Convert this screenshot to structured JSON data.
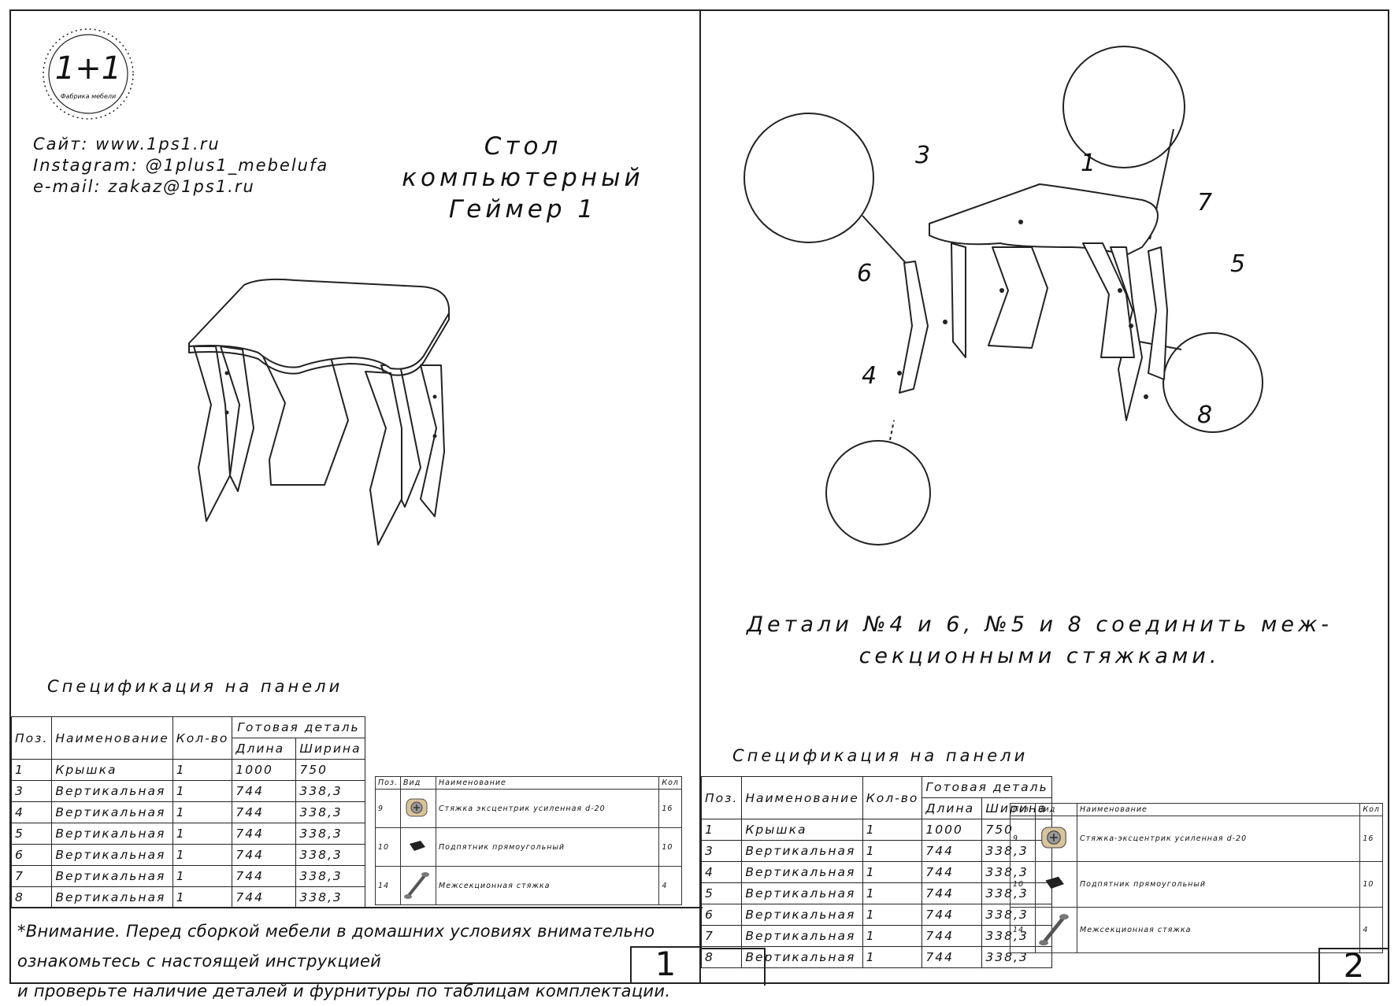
{
  "sheet1": {
    "logo": {
      "text": "1+1",
      "ring_text": "Фабрика мебели"
    },
    "contacts": {
      "site": "Сайт: www.1ps1.ru",
      "instagram": "Instagram: @1plus1_mebelufa",
      "email": "e-mail: zakaz@1ps1.ru"
    },
    "title": {
      "line1": "Стол компьютерный",
      "line2": "Геймер 1"
    },
    "spec_title": "Спецификация на панели",
    "spec_headers": {
      "pos": "Поз.",
      "name": "Наименование",
      "qty": "Кол-во",
      "finished": "Готовая деталь",
      "length": "Длина",
      "width": "Ширина"
    },
    "spec_rows": [
      {
        "pos": "1",
        "name": "Крышка",
        "qty": "1",
        "length": "1000",
        "width": "750"
      },
      {
        "pos": "3",
        "name": "Вертикальная",
        "qty": "1",
        "length": "744",
        "width": "338,3"
      },
      {
        "pos": "4",
        "name": "Вертикальная",
        "qty": "1",
        "length": "744",
        "width": "338,3"
      },
      {
        "pos": "5",
        "name": "Вертикальная",
        "qty": "1",
        "length": "744",
        "width": "338,3"
      },
      {
        "pos": "6",
        "name": "Вертикальная",
        "qty": "1",
        "length": "744",
        "width": "338,3"
      },
      {
        "pos": "7",
        "name": "Вертикальная",
        "qty": "1",
        "length": "744",
        "width": "338,3"
      },
      {
        "pos": "8",
        "name": "Вертикальная",
        "qty": "1",
        "length": "744",
        "width": "338,3"
      }
    ],
    "hardware_headers": {
      "pos": "Поз.",
      "view": "Вид",
      "name": "Наименование",
      "qty": "Кол"
    },
    "hardware_rows": [
      {
        "pos": "9",
        "name": "Стяжка эксцентрик усиленная d-20",
        "qty": "16",
        "icon": "eccentric-icon"
      },
      {
        "pos": "10",
        "name": "Подпятник прямоугольный",
        "qty": "10",
        "icon": "foot-pad-icon"
      },
      {
        "pos": "14",
        "name": "Межсекционная стяжка",
        "qty": "4",
        "icon": "screw-tie-icon"
      }
    ],
    "note_line1": "*Внимание. Перед сборкой мебели в домашних условиях внимательно ознакомьтесь с настоящей инструкцией",
    "note_line2": "и проверьте наличие деталей и фурнитуры по таблицам комплектации.",
    "page_number": "1"
  },
  "sheet2": {
    "callouts": [
      "3",
      "1",
      "7",
      "6",
      "5",
      "4",
      "8"
    ],
    "caption_line1": "Детали №4 и 6, №5 и 8 соединить меж-",
    "caption_line2": "секционными стяжками.",
    "spec_title": "Спецификация на панели",
    "spec_headers": {
      "pos": "Поз.",
      "name": "Наименование",
      "qty": "Кол-во",
      "finished": "Готовая деталь",
      "length": "Длина",
      "width": "Ширина"
    },
    "spec_rows": [
      {
        "pos": "1",
        "name": "Крышка",
        "qty": "1",
        "length": "1000",
        "width": "750"
      },
      {
        "pos": "3",
        "name": "Вертикальная",
        "qty": "1",
        "length": "744",
        "width": "338,3"
      },
      {
        "pos": "4",
        "name": "Вертикальная",
        "qty": "1",
        "length": "744",
        "width": "338,3"
      },
      {
        "pos": "5",
        "name": "Вертикальная",
        "qty": "1",
        "length": "744",
        "width": "338,3"
      },
      {
        "pos": "6",
        "name": "Вертикальная",
        "qty": "1",
        "length": "744",
        "width": "338,3"
      },
      {
        "pos": "7",
        "name": "Вертикальная",
        "qty": "1",
        "length": "744",
        "width": "338,3"
      },
      {
        "pos": "8",
        "name": "Вертикальная",
        "qty": "1",
        "length": "744",
        "width": "338,3"
      }
    ],
    "hardware_headers": {
      "pos": "Поз.",
      "view": "Вид",
      "name": "Наименование",
      "qty": "Кол"
    },
    "hardware_rows": [
      {
        "pos": "9",
        "name": "Стяжка-эксцентрик усиленная d-20",
        "qty": "16",
        "icon": "eccentric-icon"
      },
      {
        "pos": "10",
        "name": "Подпятник прямоугольный",
        "qty": "10",
        "icon": "foot-pad-icon"
      },
      {
        "pos": "14",
        "name": "Межсекционная стяжка",
        "qty": "4",
        "icon": "screw-tie-icon"
      }
    ],
    "page_number": "2"
  },
  "colors": {
    "ink": "#111111",
    "eccentric_body": "#d9c49a"
  }
}
